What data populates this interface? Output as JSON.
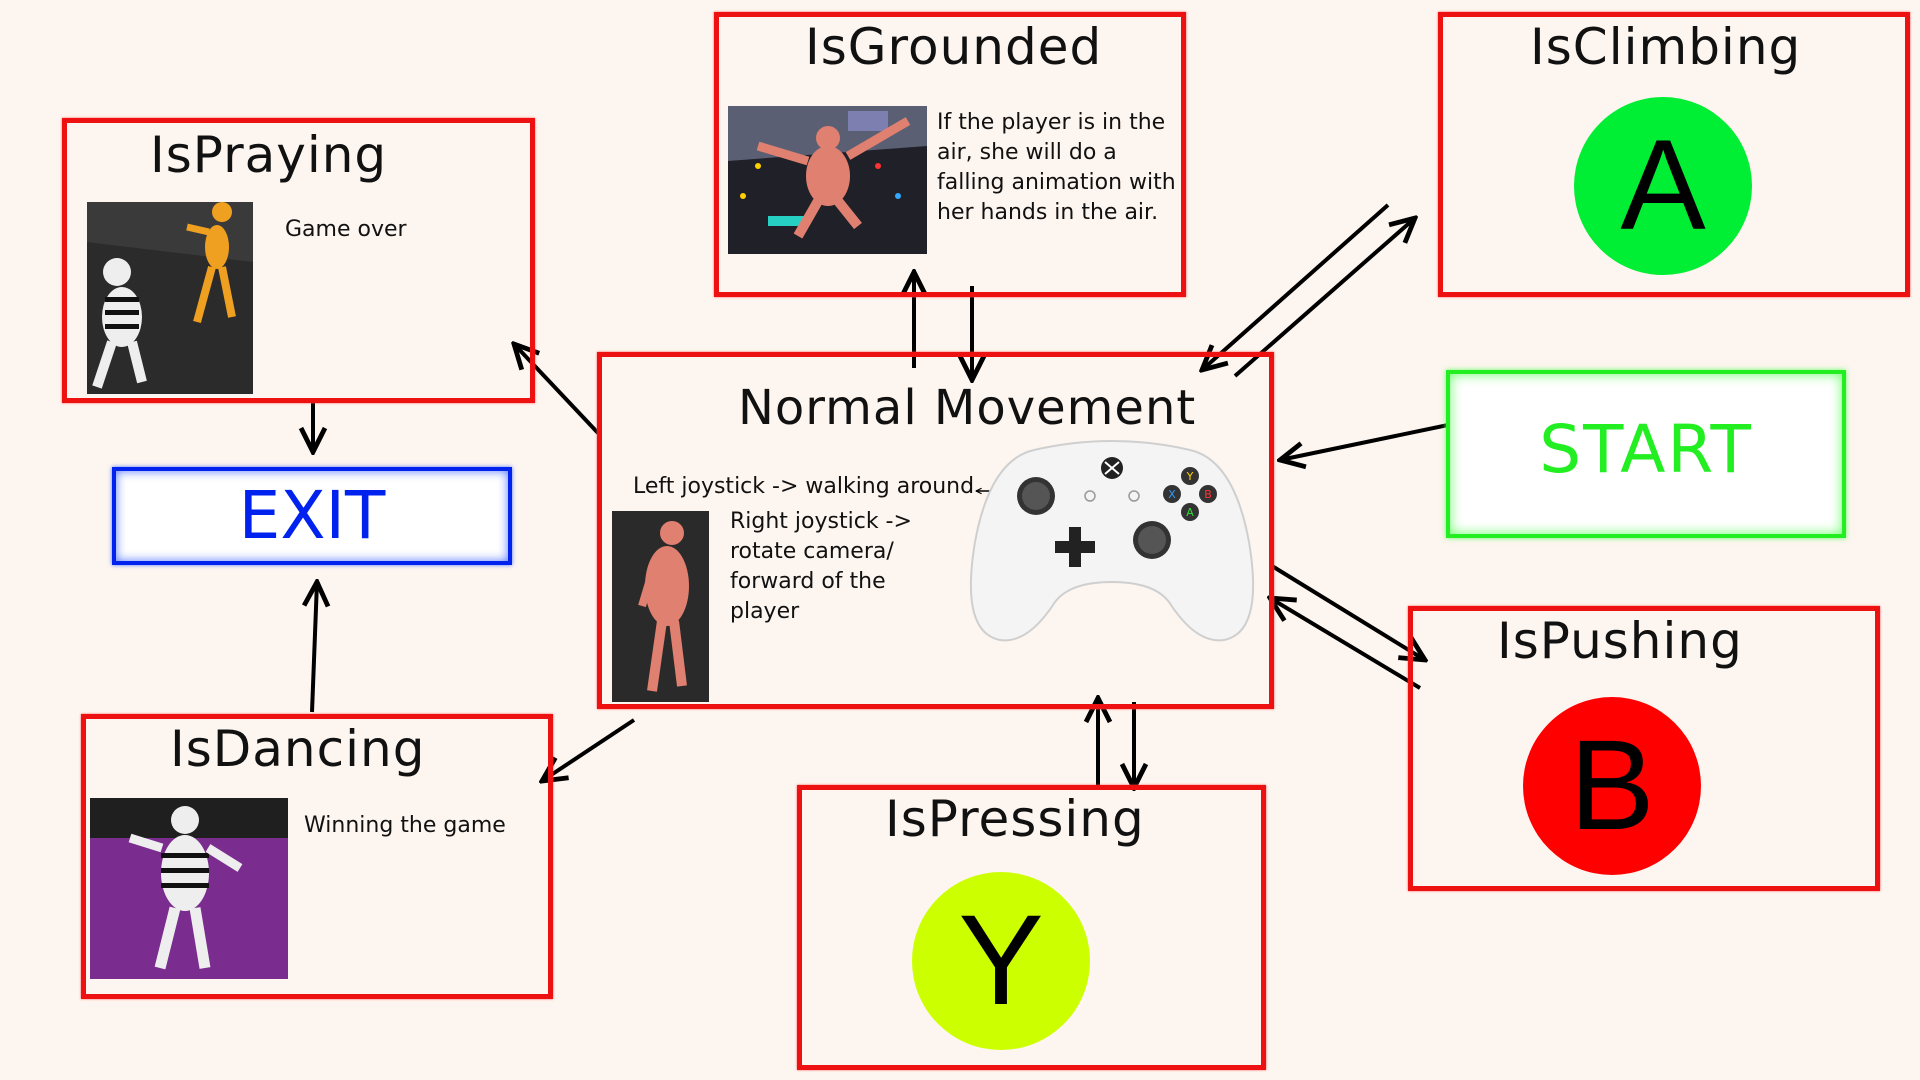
{
  "nodes": {
    "grounded": {
      "title": "IsGrounded",
      "desc": "If the player is in the air, she will do a falling animation with her hands in the air."
    },
    "climbing": {
      "title": "IsClimbing",
      "button": "A",
      "button_color": "#00ee33"
    },
    "praying": {
      "title": "IsPraying",
      "desc": "Game over"
    },
    "normal": {
      "title": "Normal Movement",
      "left_joystick": "Left joystick -> walking around",
      "right_joystick": "Right joystick -> rotate camera/ forward of the player"
    },
    "start": {
      "label": "START",
      "color": "#22ee22"
    },
    "exit": {
      "label": "EXIT",
      "color": "#0022ee"
    },
    "pushing": {
      "title": "IsPushing",
      "button": "B",
      "button_color": "#ff0000"
    },
    "dancing": {
      "title": "IsDancing",
      "desc": "Winning the game"
    },
    "pressing": {
      "title": "IsPressing",
      "button": "Y",
      "button_color": "#ccff00"
    }
  },
  "controller": {
    "face_buttons": {
      "Y": "Y",
      "X": "X",
      "B": "B",
      "A": "A"
    }
  },
  "colors": {
    "box_border": "#ee1111",
    "background": "#fdf5ef"
  }
}
